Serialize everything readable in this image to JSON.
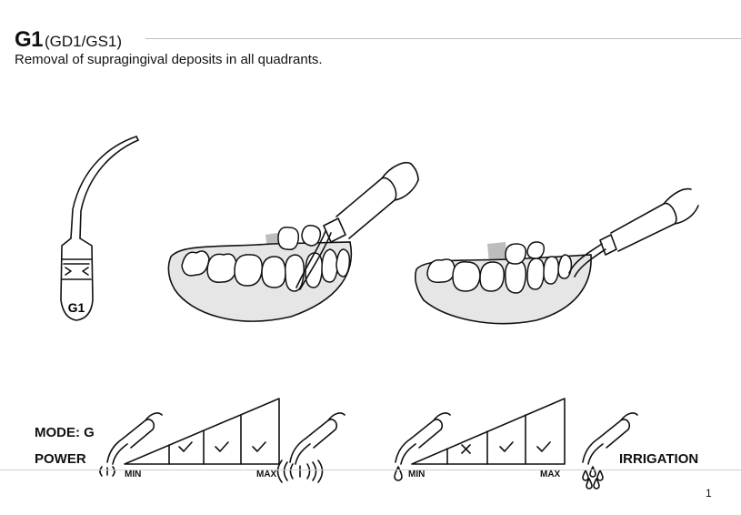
{
  "header": {
    "code": "G1",
    "variants": "(GD1/GS1)",
    "description": "Removal of supragingival deposits in all quadrants."
  },
  "tip_label": "G1",
  "settings": {
    "mode_label": "MODE: G",
    "power_label": "POWER",
    "power": {
      "min_label": "MIN",
      "max_label": "MAX",
      "levels": [
        "check",
        "check",
        "check"
      ]
    },
    "irrigation_label": "IRRIGATION",
    "irrigation": {
      "min_label": "MIN",
      "max_label": "MAX",
      "levels": [
        "cross",
        "check",
        "check"
      ]
    }
  },
  "page_number": "1"
}
